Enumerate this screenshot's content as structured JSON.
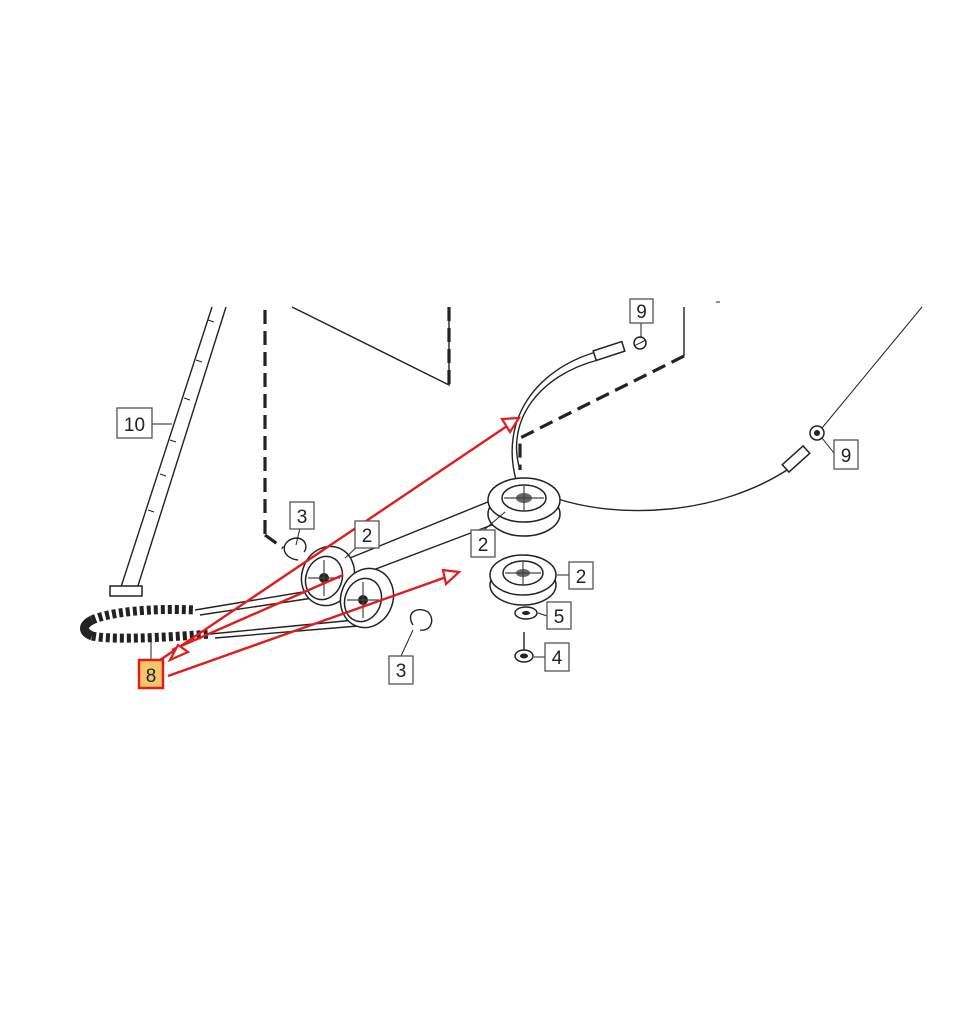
{
  "diagram": {
    "callouts": [
      {
        "id": "part-10",
        "label": "10",
        "highlighted": false
      },
      {
        "id": "part-9-top",
        "label": "9",
        "highlighted": false
      },
      {
        "id": "part-9-right",
        "label": "9",
        "highlighted": false
      },
      {
        "id": "part-3-left",
        "label": "3",
        "highlighted": false
      },
      {
        "id": "part-2-left",
        "label": "2",
        "highlighted": false
      },
      {
        "id": "part-2-center",
        "label": "2",
        "highlighted": false
      },
      {
        "id": "part-2-right",
        "label": "2",
        "highlighted": false
      },
      {
        "id": "part-5",
        "label": "5",
        "highlighted": false
      },
      {
        "id": "part-4",
        "label": "4",
        "highlighted": false
      },
      {
        "id": "part-3-bottom",
        "label": "3",
        "highlighted": false
      },
      {
        "id": "part-8",
        "label": "8",
        "highlighted": true
      }
    ],
    "colors": {
      "highlight_stroke": "#e01c1c",
      "highlight_fill": "#f7c66b",
      "line": "#222222",
      "background": "#ffffff"
    }
  }
}
